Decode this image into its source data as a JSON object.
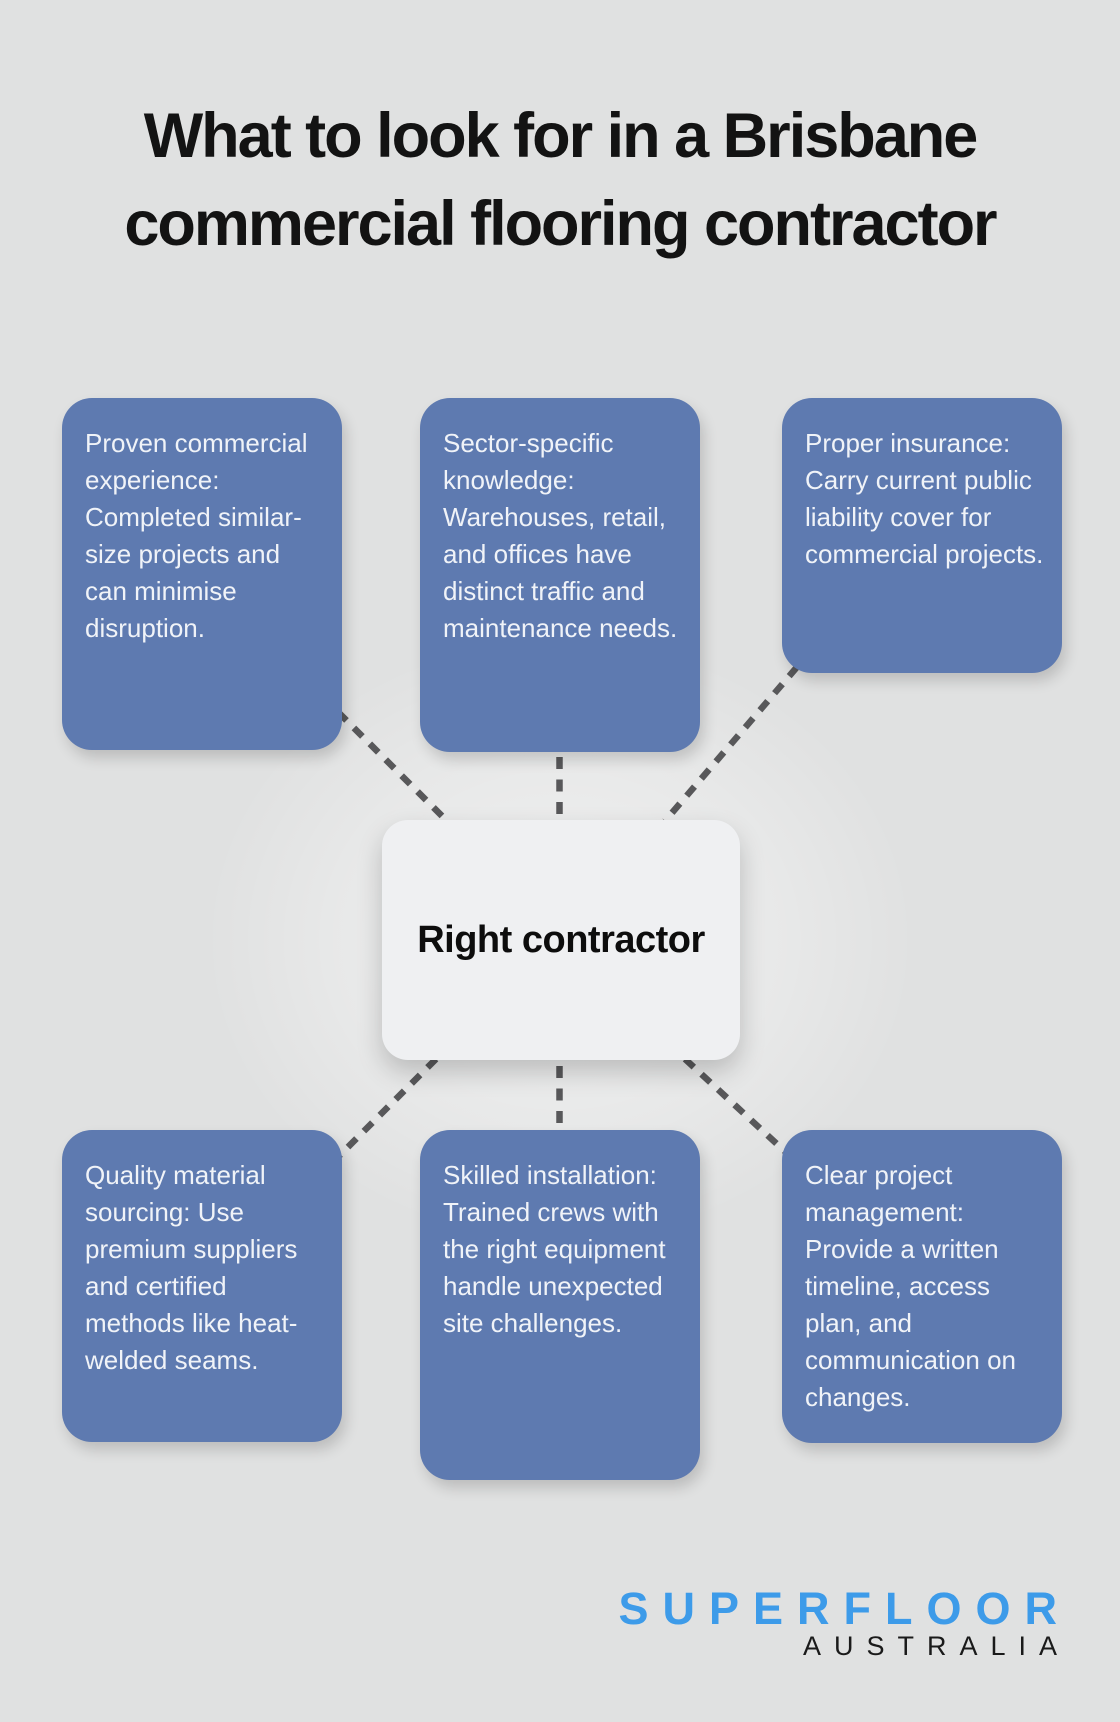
{
  "title": {
    "line1": "What to look for in a Brisbane",
    "line2": "commercial flooring contractor"
  },
  "center": {
    "label": "Right contractor"
  },
  "cards": [
    {
      "position": "top-left",
      "text": "Proven commercial experience: Completed similar-size projects and can minimise disruption."
    },
    {
      "position": "top-center",
      "text": "Sector-specific knowledge: Warehouses, retail, and offices have distinct traffic and maintenance needs."
    },
    {
      "position": "top-right",
      "text": "Proper insurance: Carry current public liability cover for commercial projects."
    },
    {
      "position": "bottom-left",
      "text": "Quality material sourcing: Use premium suppliers and certified methods like heat-welded seams."
    },
    {
      "position": "bottom-center",
      "text": "Skilled installation: Trained crews with the right equipment handle unexpected site challenges."
    },
    {
      "position": "bottom-right",
      "text": "Clear project management: Provide a written timeline, access plan, and communication on changes."
    }
  ],
  "logo": {
    "brand": "SUPERFLOOR",
    "region": "AUSTRALIA"
  },
  "colors": {
    "background": "#e0e1e1",
    "card_fill": "#5e7ab0",
    "card_text": "#f0f3f8",
    "center_fill": "#eff0f2",
    "center_text": "#0d0d0d",
    "connector": "#58585a",
    "title_text": "#131313",
    "logo_brand": "#3d9be9",
    "logo_region": "#1a1a1a"
  }
}
